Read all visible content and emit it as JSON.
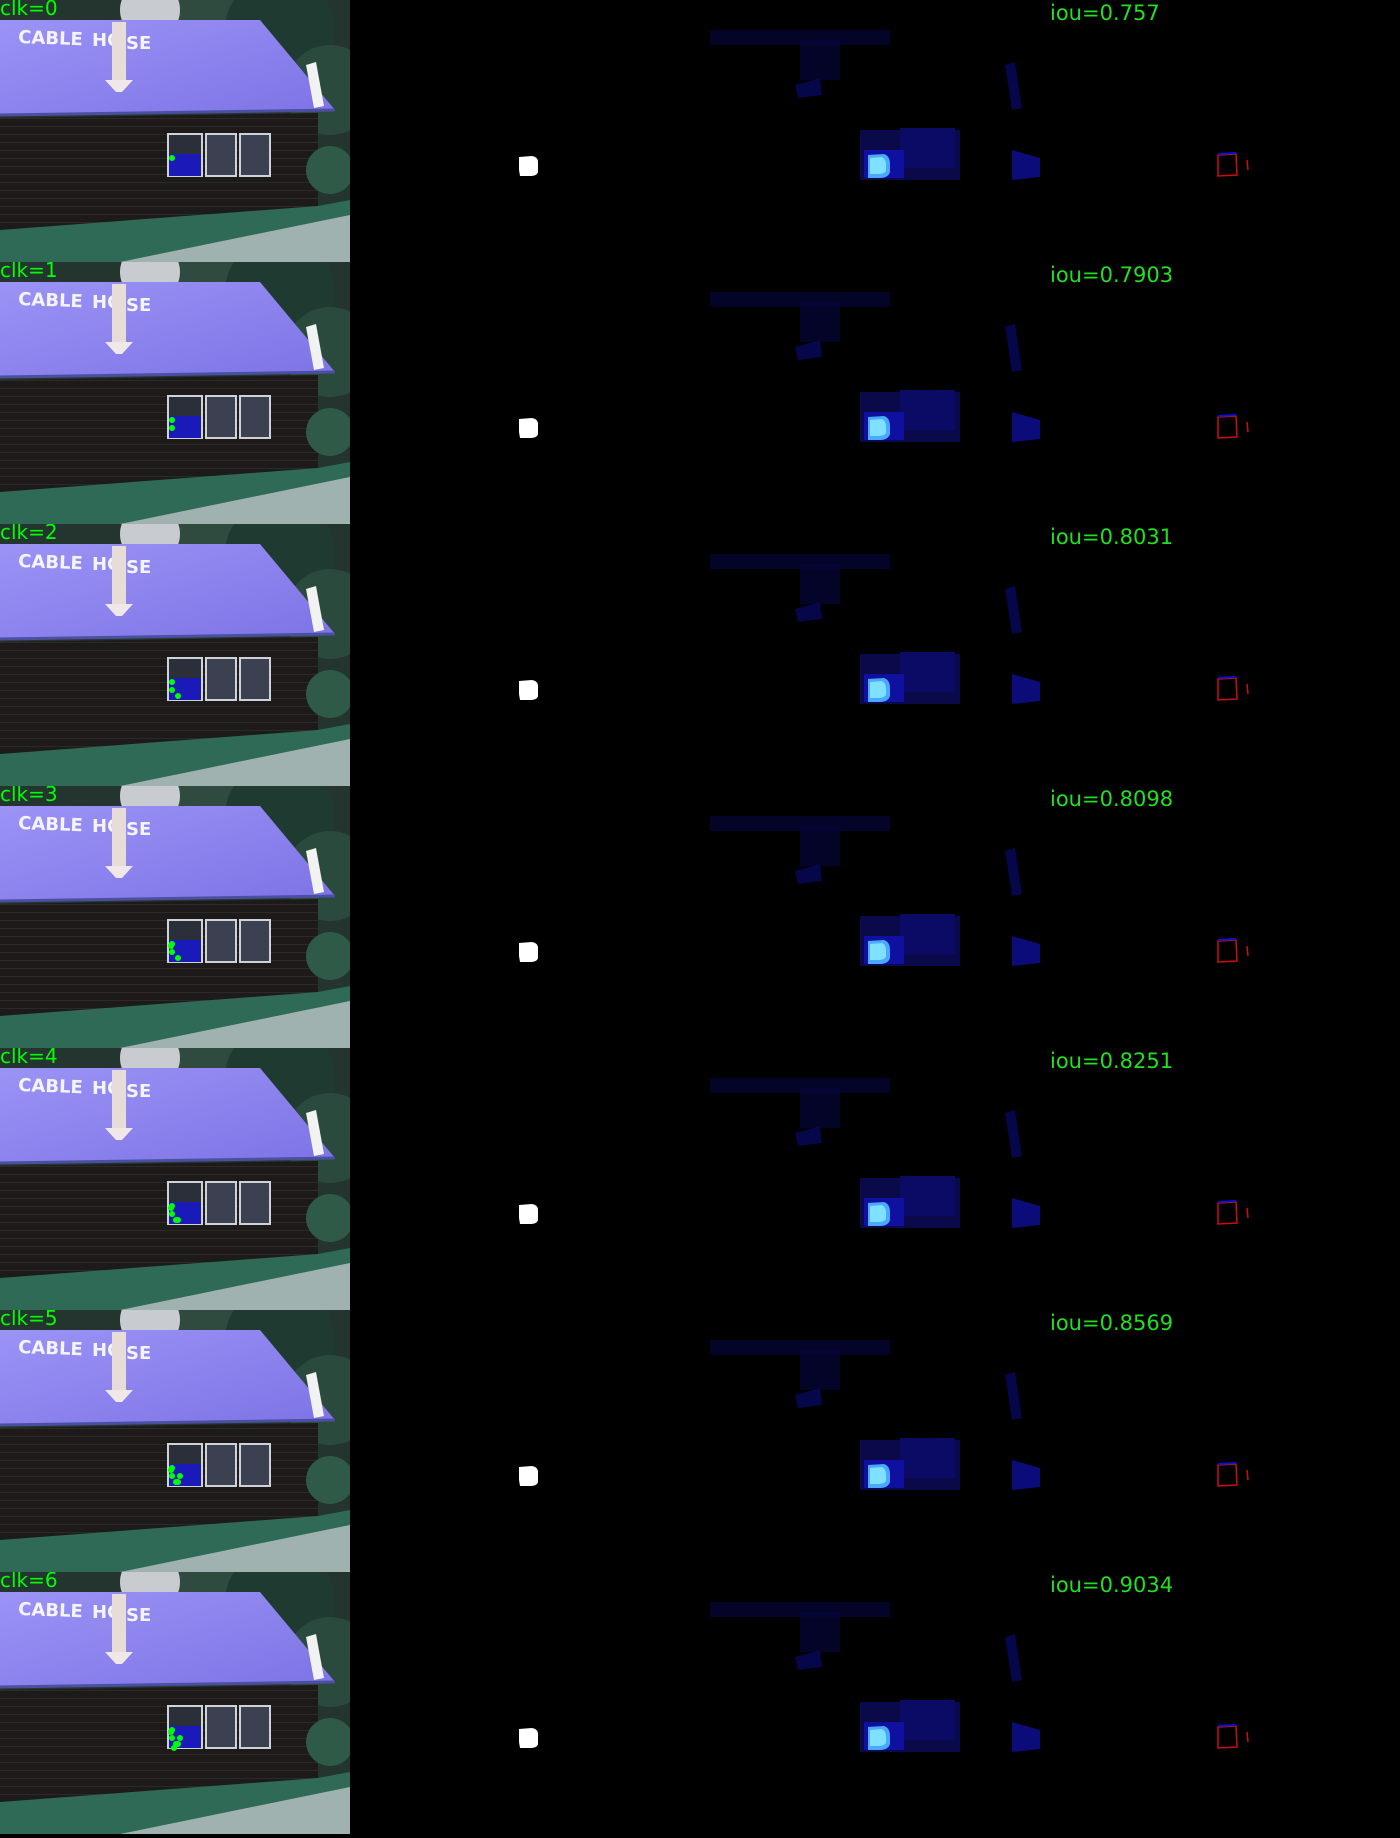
{
  "rows": [
    {
      "clk": "clk=0",
      "iou": "iou=0.757",
      "clicks": 1
    },
    {
      "clk": "clk=1",
      "iou": "iou=0.7903",
      "clicks": 2
    },
    {
      "clk": "clk=2",
      "iou": "iou=0.8031",
      "clicks": 3
    },
    {
      "clk": "clk=3",
      "iou": "iou=0.8098",
      "clicks": 4
    },
    {
      "clk": "clk=4",
      "iou": "iou=0.8251",
      "clicks": 5
    },
    {
      "clk": "clk=5",
      "iou": "iou=0.8569",
      "clicks": 6
    },
    {
      "clk": "clk=6",
      "iou": "iou=0.9034",
      "clicks": 7
    }
  ],
  "sign_text": {
    "left": "CABLE",
    "right": "HO",
    "tail": "SE"
  },
  "colors": {
    "label_green": "#00ff00",
    "roof": "#8f86f0",
    "mask": "#ffffff",
    "prob_peak": "#5fd0ff",
    "prob_low": "#0a0a6a",
    "edge_red": "#c81010",
    "edge_blue": "#1010d0"
  }
}
